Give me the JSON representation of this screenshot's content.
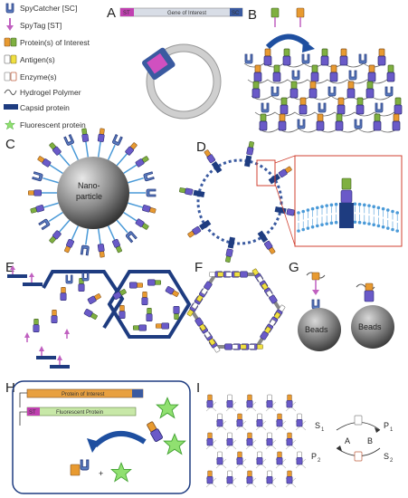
{
  "legend": [
    {
      "id": "sc",
      "text": "SpyCatcher [SC]"
    },
    {
      "id": "st",
      "text": "SpyTag [ST]"
    },
    {
      "id": "poi",
      "text": "Protein(s) of Interest"
    },
    {
      "id": "ag",
      "text": "Antigen(s)"
    },
    {
      "id": "enz",
      "text": "Enzyme(s)"
    },
    {
      "id": "hyd",
      "text": "Hydrogel Polymer"
    },
    {
      "id": "cap",
      "text": "Capsid protein"
    },
    {
      "id": "fp",
      "text": "Fluorescent protein"
    }
  ],
  "panels": {
    "A": "A",
    "B": "B",
    "C": "C",
    "D": "D",
    "E": "E",
    "F": "F",
    "G": "G",
    "H": "H",
    "I": "I"
  },
  "panel_a": {
    "st": "ST",
    "gene": "Gene of Interest",
    "sc": "SC"
  },
  "panel_c": {
    "line1": "Nano-",
    "line2": "particle"
  },
  "panel_g": {
    "bead1": "Beads",
    "bead2": "Beads"
  },
  "panel_h": {
    "st1": "ST",
    "protein": "Protein of Interest",
    "st2": "ST",
    "fluor": "Fluorescent Protein"
  },
  "panel_i": {
    "s1": "S",
    "s1sub": "1",
    "p1": "P",
    "p1sub": "1",
    "s2": "S",
    "s2sub": "2",
    "p2": "P",
    "p2sub": "2",
    "a": "A",
    "b": "B"
  },
  "colors": {
    "catcher": "#6a8cc8",
    "tag": "#c060c0",
    "orange": "#e89a30",
    "green": "#7fb040",
    "yellow": "#f0e040",
    "capsid": "#1e3c80",
    "hexagon": "#1e3c80",
    "fluor": "#7ed060"
  }
}
